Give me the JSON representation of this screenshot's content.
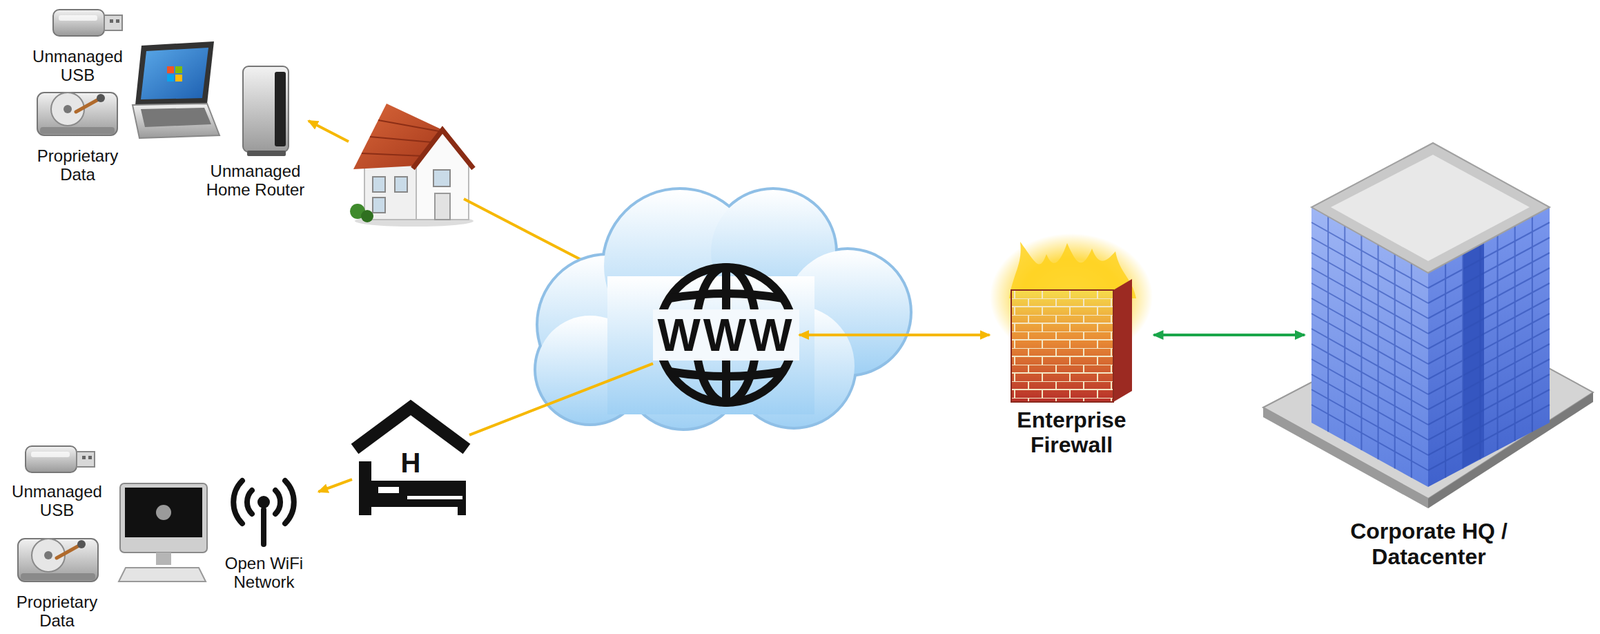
{
  "diagram": {
    "nodes": [
      {
        "text": [
          "Unmanaged USB"
        ]
      },
      {
        "text": [
          "Proprietary Data"
        ]
      },
      {
        "text": [
          "Unmanaged Home Router"
        ]
      },
      {
        "text": [
          "WWW"
        ]
      },
      {
        "text": [
          "Enterprise Firewall"
        ]
      },
      {
        "text": [
          "Corporate HQ / Datacenter"
        ]
      },
      {
        "text": [
          "H"
        ]
      },
      {
        "text": [
          "Open WiFi Network"
        ]
      },
      {
        "text": [
          "Unmanaged USB"
        ]
      },
      {
        "text": [
          "Proprietary Data"
        ]
      }
    ],
    "edges": [
      {
        "from": 3,
        "to": 4,
        "arrow": "both"
      },
      {
        "from": 4,
        "to": 5,
        "arrow": "both"
      },
      {
        "from": 6,
        "to": 3,
        "arrow": "none"
      },
      {
        "from": 6,
        "to": 7,
        "arrow": "to"
      }
    ]
  }
}
